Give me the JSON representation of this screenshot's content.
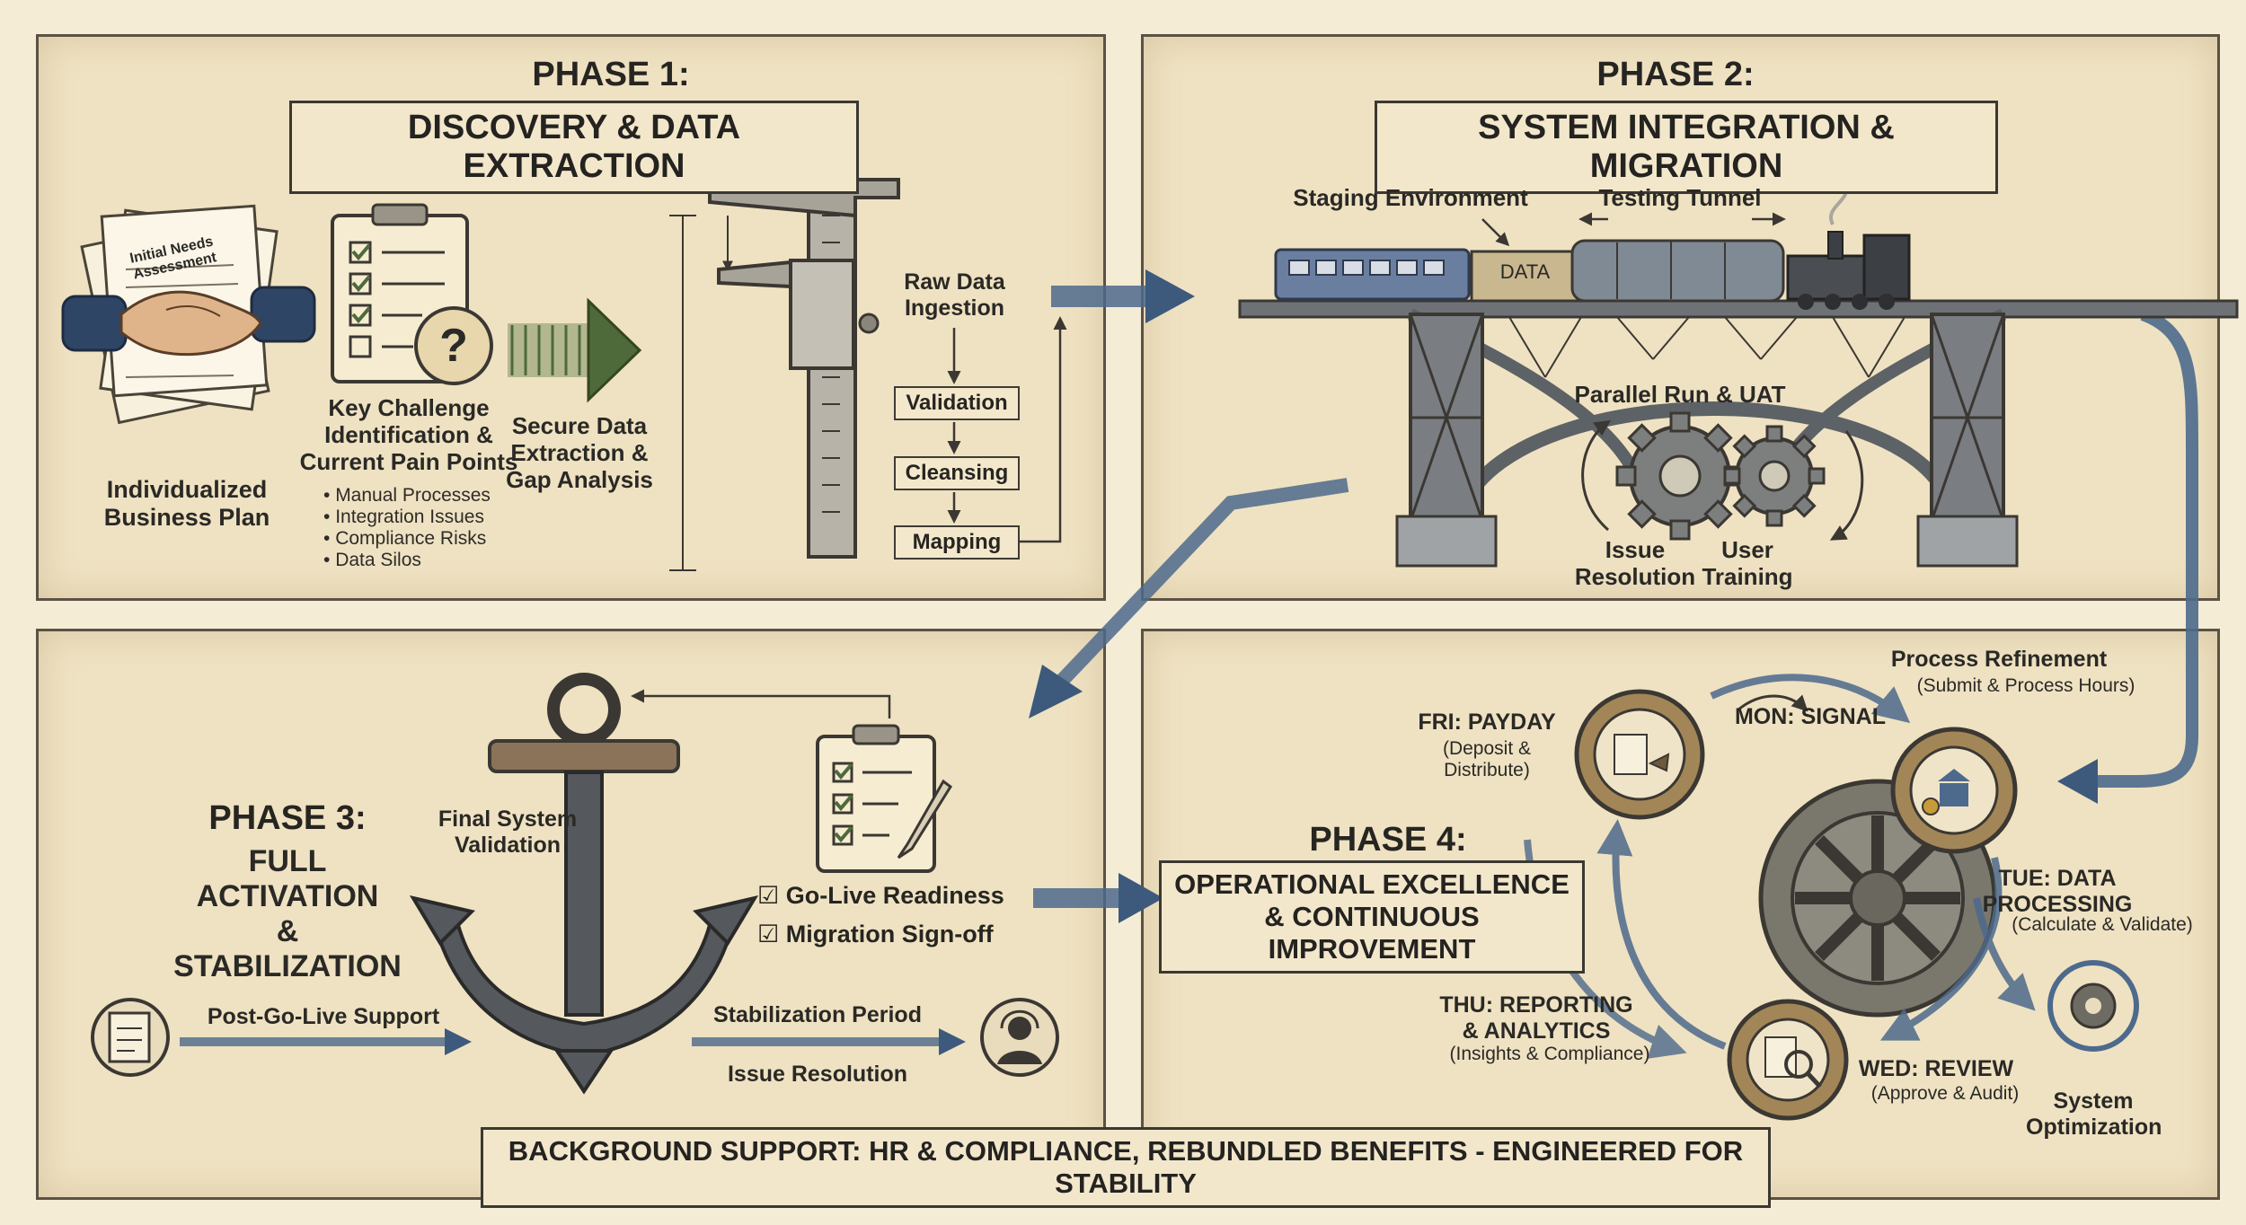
{
  "phase1": {
    "title_line1": "PHASE 1:",
    "title_line2": "DISCOVERY & DATA EXTRACTION",
    "papers_label": "Initial Needs Assessment",
    "business_plan": "Individualized\nBusiness Plan",
    "key_challenge": "Key Challenge\nIdentification &\nCurrent Pain Points",
    "pain_points": [
      "Manual Processes",
      "Integration Issues",
      "Compliance Risks",
      "Data Silos"
    ],
    "secure_extraction": "Secure Data\nExtraction &\nGap Analysis",
    "raw_ingestion": "Raw Data\nIngestion",
    "steps": [
      "Validation",
      "Cleansing",
      "Mapping"
    ]
  },
  "phase2": {
    "title_line1": "PHASE 2:",
    "title_line2": "SYSTEM INTEGRATION & MIGRATION",
    "staging": "Staging Environment",
    "testing_tunnel": "Testing Tunnel",
    "data_car": "DATA",
    "parallel_run": "Parallel Run & UAT",
    "issue_resolution": "Issue\nResolution",
    "user_training": "User\nTraining"
  },
  "phase3": {
    "title_line1": "PHASE 3:",
    "title_line2": "FULL ACTIVATION\n& STABILIZATION",
    "final_validation": "Final System\nValidation",
    "checks": [
      "Go-Live Readiness",
      "Migration Sign-off"
    ],
    "post_go_live": "Post-Go-Live Support",
    "stabilization": "Stabilization Period",
    "issue_resolution": "Issue Resolution"
  },
  "phase4": {
    "title_line1": "PHASE 4:",
    "title_line2": "OPERATIONAL EXCELLENCE\n& CONTINUOUS IMPROVEMENT",
    "process_refinement": "Process Refinement",
    "process_refinement_sub": "(Submit & Process Hours)",
    "fri": "FRI: PAYDAY",
    "fri_sub": "(Deposit &\nDistribute)",
    "mon": "MON: SIGNAL",
    "tue": "TUE: DATA\nPROCESSING",
    "tue_sub": "(Calculate & Validate)",
    "thu": "THU: REPORTING\n& ANALYTICS",
    "thu_sub": "(Insights & Compliance)",
    "wed": "WED: REVIEW",
    "wed_sub": "(Approve & Audit)",
    "optimization": "System\nOptimization"
  },
  "footer": "BACKGROUND SUPPORT: HR & COMPLIANCE, REBUNDLED BENEFITS - ENGINEERED FOR STABILITY",
  "colors": {
    "paper": "#efe2c2",
    "ink": "#2b2a28",
    "arrow_blue": "#4d6a8c",
    "gear": "#6f6a5e",
    "green": "#4f6a3a"
  }
}
